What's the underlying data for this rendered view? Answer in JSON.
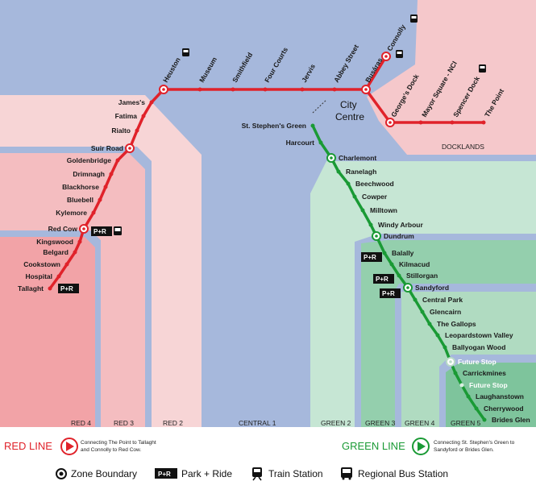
{
  "colors": {
    "red_line": "#e0222a",
    "green_line": "#1a9a35",
    "central_zone": "#a6b8dc",
    "red_zone_4": "#f2a3a7",
    "red_zone_3": "#f4bdc0",
    "red_zone_2": "#f7d5d6",
    "docklands_zone": "#f5c8cb",
    "green_zone_2": "#c6e6d4",
    "green_zone_3": "#94cfad",
    "green_zone_4": "#b0dbc1",
    "green_zone_5": "#7ec49c"
  },
  "city_centre": "City\nCentre",
  "zones": {
    "red4": "RED 4",
    "red3": "RED 3",
    "red2": "RED 2",
    "central1": "CENTRAL 1",
    "green2": "GREEN 2",
    "green3": "GREEN 3",
    "green4": "GREEN 4",
    "green5": "GREEN 5",
    "docklands": "DOCKLANDS"
  },
  "red_stations": [
    {
      "name": "Tallaght",
      "zone_boundary": false
    },
    {
      "name": "Hospital",
      "zone_boundary": false
    },
    {
      "name": "Cookstown",
      "zone_boundary": false
    },
    {
      "name": "Belgard",
      "zone_boundary": false
    },
    {
      "name": "Kingswood",
      "zone_boundary": false
    },
    {
      "name": "Red Cow",
      "zone_boundary": true
    },
    {
      "name": "Kylemore",
      "zone_boundary": false
    },
    {
      "name": "Bluebell",
      "zone_boundary": false
    },
    {
      "name": "Blackhorse",
      "zone_boundary": false
    },
    {
      "name": "Drimnagh",
      "zone_boundary": false
    },
    {
      "name": "Goldenbridge",
      "zone_boundary": false
    },
    {
      "name": "Suir Road",
      "zone_boundary": true
    },
    {
      "name": "Rialto",
      "zone_boundary": false
    },
    {
      "name": "Fatima",
      "zone_boundary": false
    },
    {
      "name": "James's",
      "zone_boundary": false
    },
    {
      "name": "Heuston",
      "zone_boundary": true
    },
    {
      "name": "Museum",
      "zone_boundary": false
    },
    {
      "name": "Smithfield",
      "zone_boundary": false
    },
    {
      "name": "Four Courts",
      "zone_boundary": false
    },
    {
      "name": "Jervis",
      "zone_boundary": false
    },
    {
      "name": "Abbey Street",
      "zone_boundary": false
    },
    {
      "name": "Busáras",
      "zone_boundary": true
    },
    {
      "name": "Connolly",
      "zone_boundary": true
    },
    {
      "name": "George's Dock",
      "zone_boundary": true
    },
    {
      "name": "Mayor Square - NCI",
      "zone_boundary": false
    },
    {
      "name": "Spencer Dock",
      "zone_boundary": false
    },
    {
      "name": "The Point",
      "zone_boundary": false
    }
  ],
  "green_stations": [
    {
      "name": "St. Stephen's Green",
      "zone_boundary": false
    },
    {
      "name": "Harcourt",
      "zone_boundary": false
    },
    {
      "name": "Charlemont",
      "zone_boundary": true
    },
    {
      "name": "Ranelagh",
      "zone_boundary": false
    },
    {
      "name": "Beechwood",
      "zone_boundary": false
    },
    {
      "name": "Cowper",
      "zone_boundary": false
    },
    {
      "name": "Milltown",
      "zone_boundary": false
    },
    {
      "name": "Windy Arbour",
      "zone_boundary": false
    },
    {
      "name": "Dundrum",
      "zone_boundary": true
    },
    {
      "name": "Balally",
      "zone_boundary": false
    },
    {
      "name": "Kilmacud",
      "zone_boundary": false
    },
    {
      "name": "Stillorgan",
      "zone_boundary": false
    },
    {
      "name": "Sandyford",
      "zone_boundary": true
    },
    {
      "name": "Central Park",
      "zone_boundary": false
    },
    {
      "name": "Glencairn",
      "zone_boundary": false
    },
    {
      "name": "The Gallops",
      "zone_boundary": false
    },
    {
      "name": "Leopardstown Valley",
      "zone_boundary": false
    },
    {
      "name": "Ballyogan Wood",
      "zone_boundary": false
    },
    {
      "name": "Future Stop",
      "zone_boundary": true,
      "future": true
    },
    {
      "name": "Carrickmines",
      "zone_boundary": false
    },
    {
      "name": "Future Stop",
      "zone_boundary": false,
      "future": true
    },
    {
      "name": "Laughanstown",
      "zone_boundary": false
    },
    {
      "name": "Cherrywood",
      "zone_boundary": false
    },
    {
      "name": "Brides Glen",
      "zone_boundary": false
    }
  ],
  "park_ride_label": "P+R",
  "legend": {
    "red_line": "RED LINE",
    "red_line_desc": "Connecting The Point to Tallaght and Connolly to Red Cow.",
    "green_line": "GREEN LINE",
    "green_line_desc": "Connecting St. Stephen's Green to Sandyford or Brides Glen.",
    "zone_boundary": "Zone Boundary",
    "park_ride": "Park + Ride",
    "train_station": "Train Station",
    "bus_station": "Regional Bus Station"
  }
}
